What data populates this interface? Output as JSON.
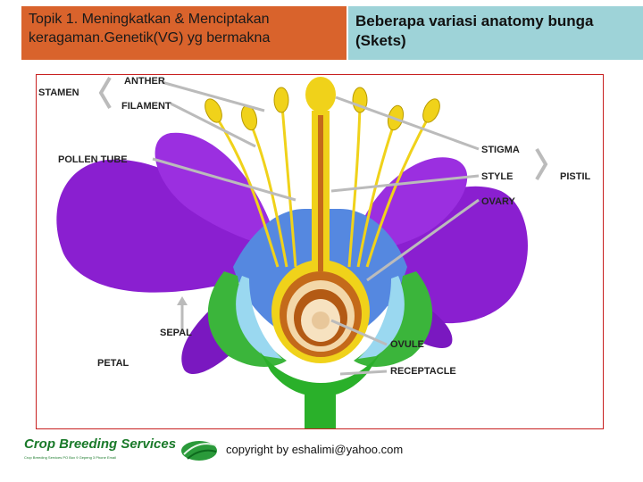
{
  "header": {
    "left_title": "Topik  1. Meningkatkan & Menciptakan keragaman.Genetik(VG) yg bermakna",
    "right_title": "Beberapa variasi anatomy bunga (Skets)"
  },
  "diagram": {
    "labels": {
      "stamen": "STAMEN",
      "anther": "ANTHER",
      "filament": "FILAMENT",
      "pollen_tube": "POLLEN TUBE",
      "stigma": "STIGMA",
      "style": "STYLE",
      "pistil": "PISTIL",
      "ovary": "OVARY",
      "sepal": "SEPAL",
      "petal": "PETAL",
      "ovule": "OVULE",
      "receptacle": "RECEPTACLE"
    },
    "colors": {
      "petal": "#8a1fd0",
      "anther": "#f0d21a",
      "sepal": "#3bb53b",
      "receptacle": "#2ab02a",
      "inner": "#5588e0",
      "ovary": "#c46a1a",
      "frame": "#c82020"
    }
  },
  "footer": {
    "logo_text": "Crop Breeding Services",
    "logo_subtext": "Crop Breeding Services PO Box 9 Gepeng 3 Phone Email",
    "copyright": "copyright by eshalimi@yahoo.com"
  }
}
